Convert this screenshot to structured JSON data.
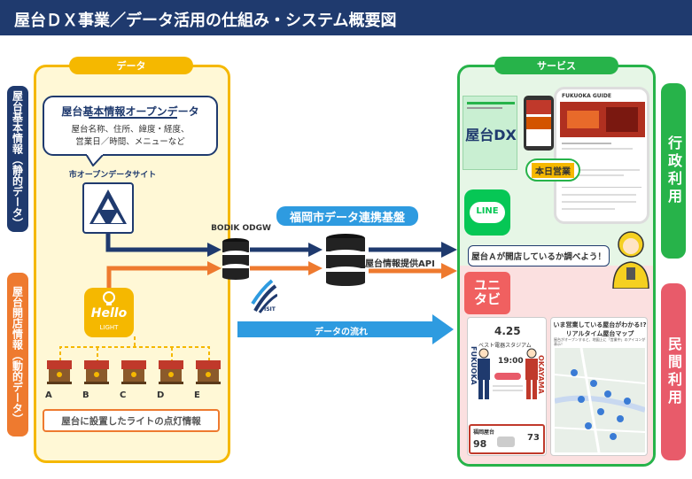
{
  "header": {
    "title": "屋台ＤＸ事業／データ活用の仕組み・システム概要図"
  },
  "left_labels": {
    "static": "屋台基本情報（静的データ）",
    "dynamic": "屋台開店情報（動的データ）"
  },
  "data_panel": {
    "title": "データ",
    "opendata_title": "屋台基本情報オープンデータ",
    "opendata_desc_1": "屋台名称、住所、緯度・経度、",
    "opendata_desc_2": "営業日／時間、メニューなど",
    "city_site_label": "市オープンデータサイト",
    "hello_logo": "Hello",
    "hello_sub": "LIGHT",
    "shops": [
      "A",
      "B",
      "C",
      "D",
      "E"
    ],
    "light_info": "屋台に設置したライトの点灯情報"
  },
  "middle": {
    "bodik_label": "BODIK ODGW",
    "platform_title": "福岡市データ連携基盤",
    "api_label": "屋台情報提供API",
    "isit_label": "ISIT",
    "flow_label": "データの流れ"
  },
  "service_panel": {
    "title": "サービス",
    "gov_label": "行政利用",
    "private_label": "民間利用",
    "gov_phone_header": "FUKUOKA GUIDE",
    "yatai_dx_logo": "屋台DX",
    "open_today": "本日営業",
    "line_label": "LINE",
    "speech_bubble": "屋台Ａが開店しているか調べよう！",
    "yunitabi_logo": "ユニタビ",
    "app_date": "4.25",
    "app_stadium": "ベスト電器スタジアム",
    "app_time": "19:00",
    "app_city_left": "FUKUOKA",
    "app_city_right": "OKAYAMA",
    "app_yatai_label": "福岡屋台",
    "app_score_left": "98",
    "app_score_right": "73",
    "map_title_1": "いま営業している屋台がわかる!?",
    "map_title_2": "リアルタイム屋台マップ",
    "map_desc": "屋台がオープンすると、地図上に「営業中」のアイコンが表示！"
  },
  "colors": {
    "navy": "#1f3a6e",
    "orange": "#ee7a2f",
    "yellow": "#f5b800",
    "green": "#27b34a",
    "pink": "#e85b6a",
    "blue_arrow": "#2e9be0"
  }
}
